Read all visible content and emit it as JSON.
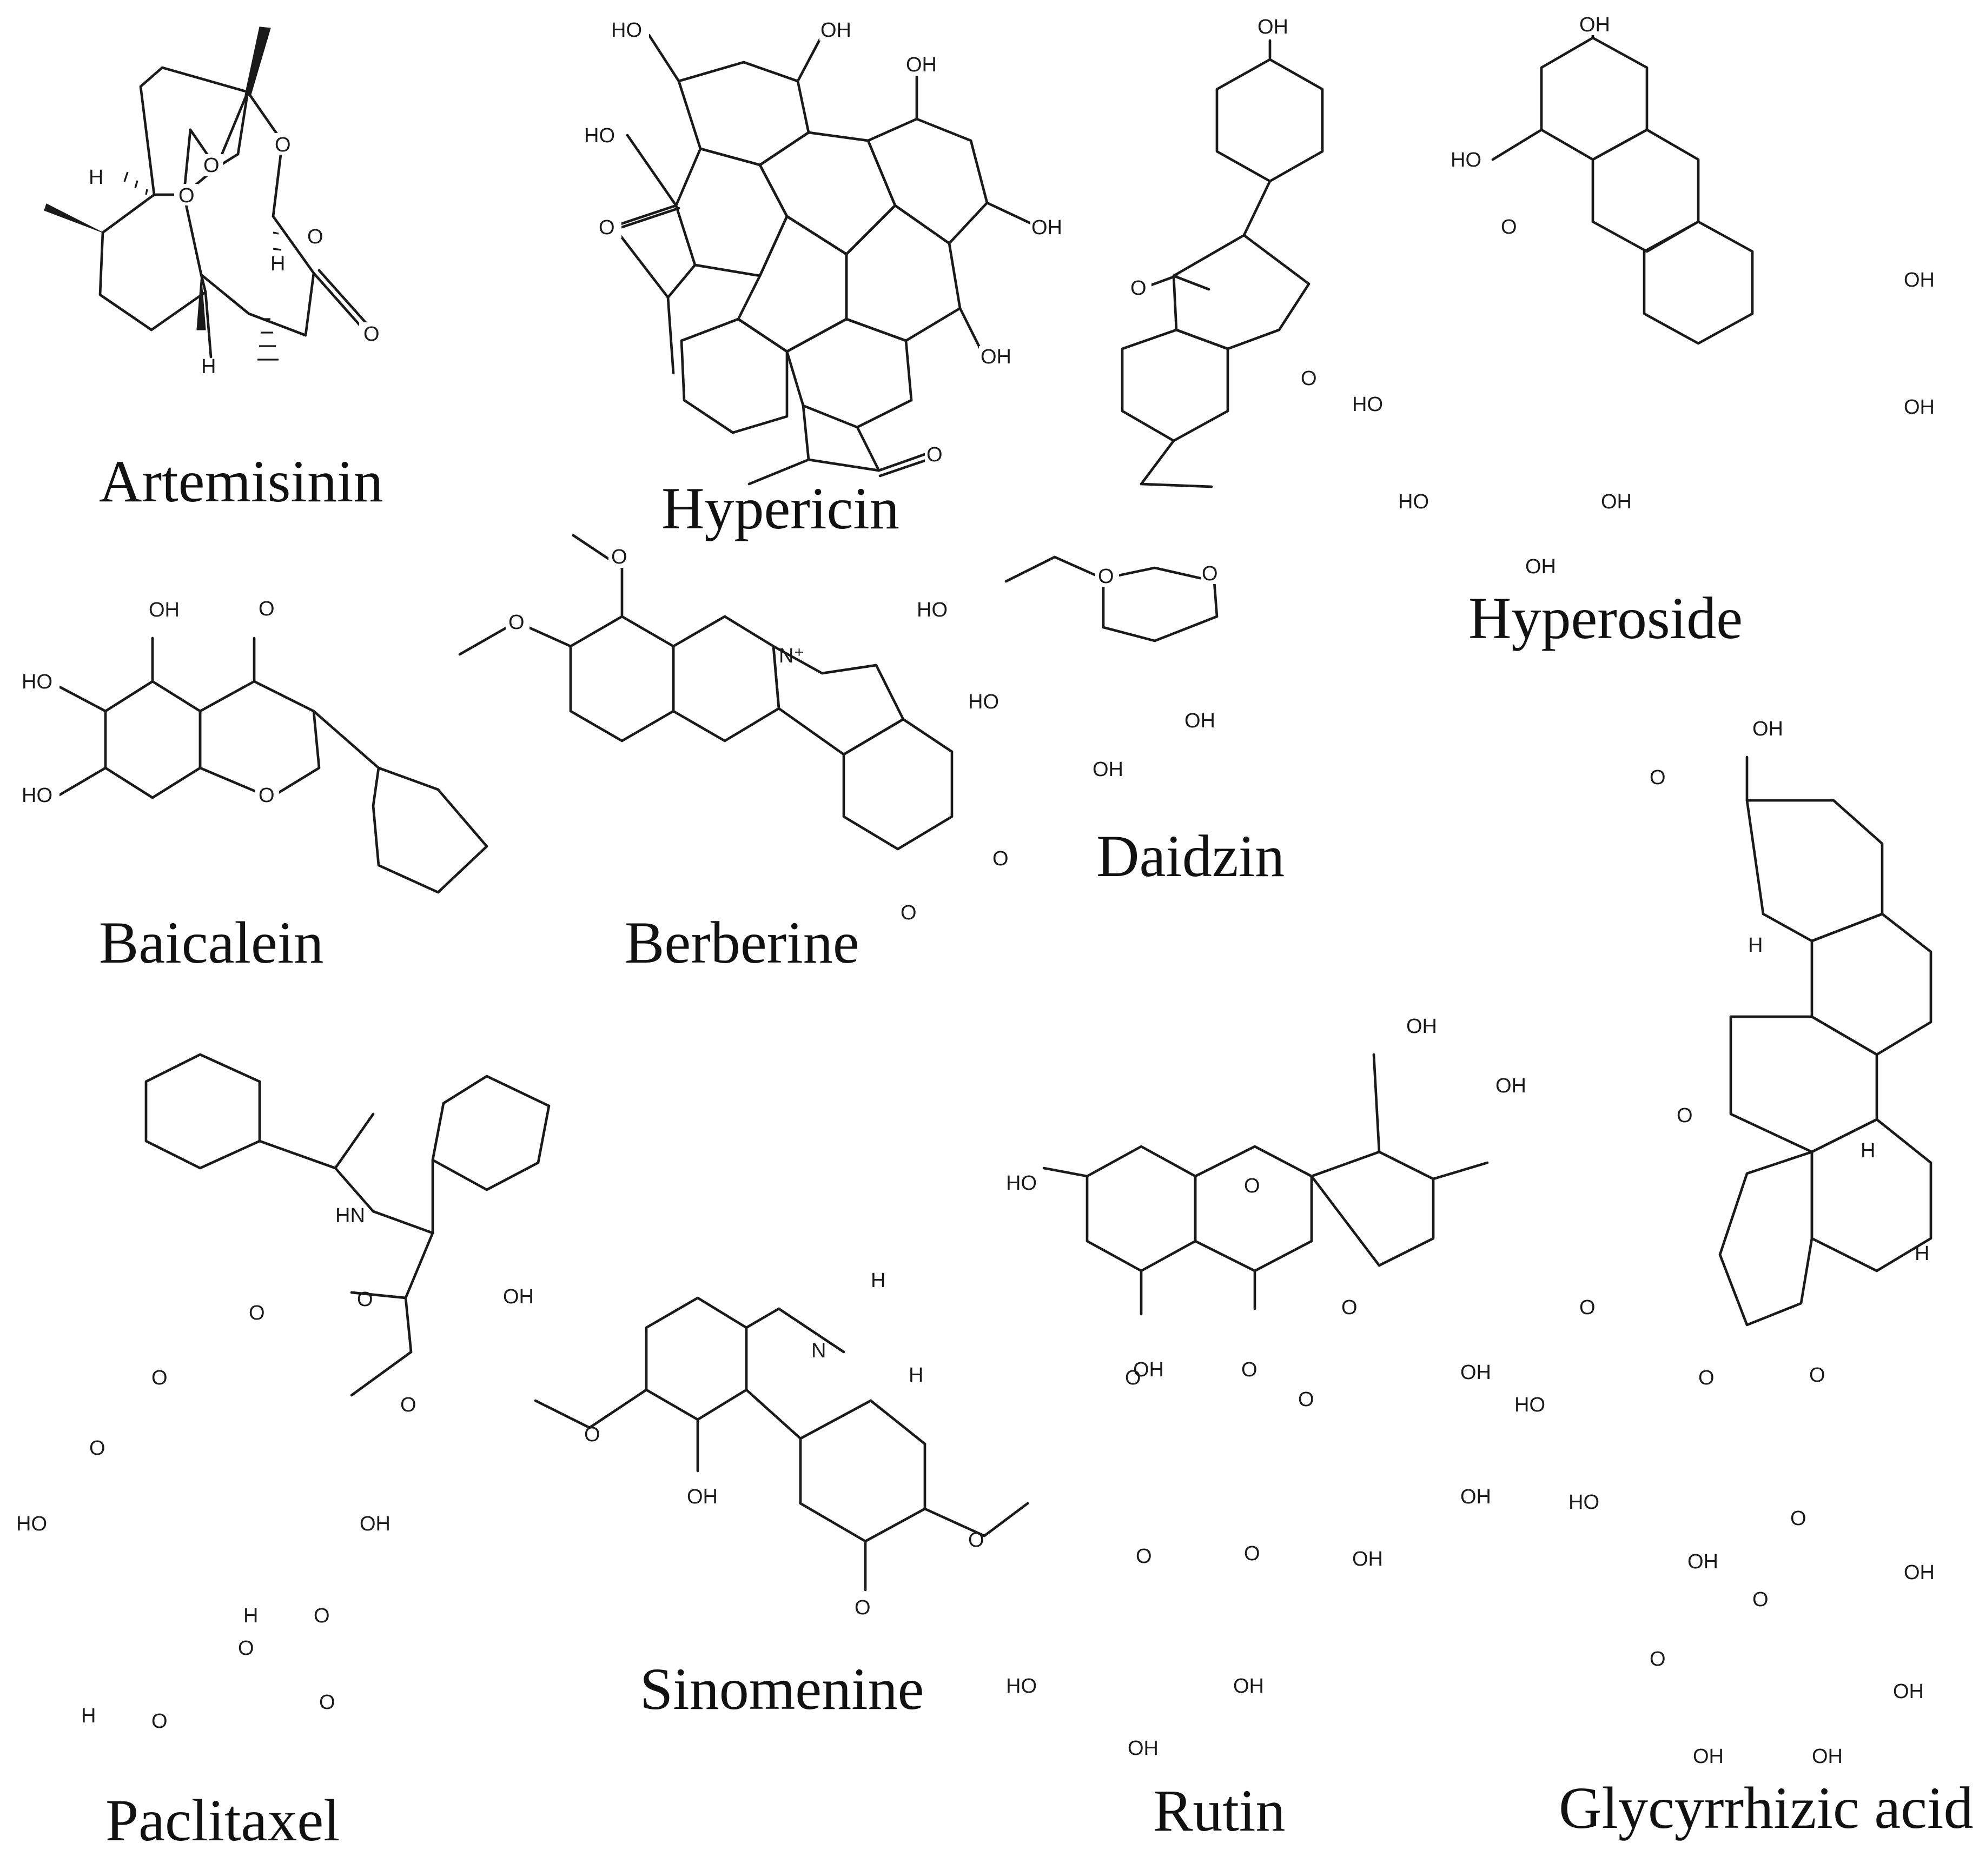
{
  "compounds": [
    {
      "name": "Artemisinin"
    },
    {
      "name": "Hypericin"
    },
    {
      "name": "Daidzin"
    },
    {
      "name": "Hyperoside"
    },
    {
      "name": "Baicalein"
    },
    {
      "name": "Berberine"
    },
    {
      "name": "Paclitaxel"
    },
    {
      "name": "Sinomenine"
    },
    {
      "name": "Rutin"
    },
    {
      "name": "Glycyrrhizic acid"
    }
  ],
  "atom_labels": [
    "OH",
    "HO",
    "O",
    "H",
    "N",
    "N⁺",
    "HN"
  ]
}
